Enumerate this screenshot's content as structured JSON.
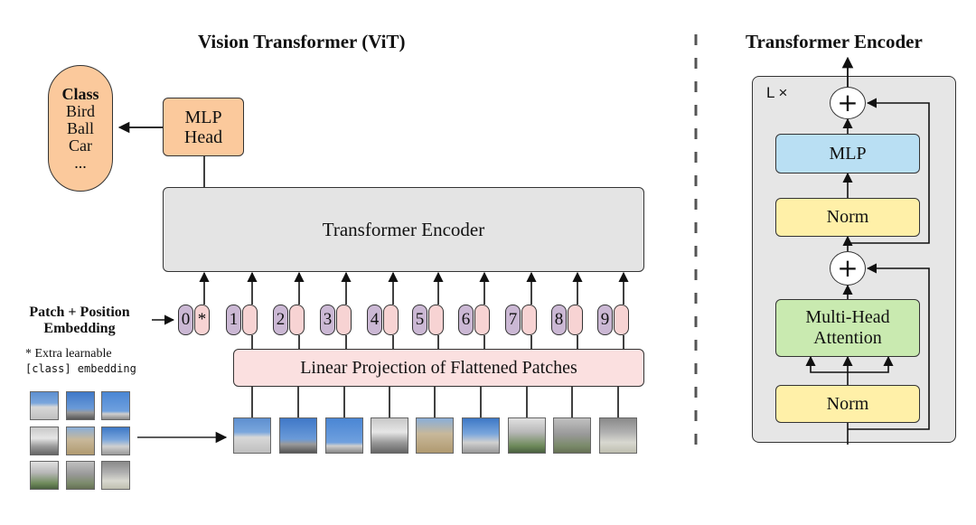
{
  "vit": {
    "title": "Vision Transformer (ViT)",
    "class_box": {
      "heading": "Class",
      "items": [
        "Bird",
        "Ball",
        "Car",
        "..."
      ]
    },
    "mlp_head": [
      "MLP",
      "Head"
    ],
    "transformer_encoder": "Transformer Encoder",
    "patch_label": [
      "Patch + Position",
      "Embedding"
    ],
    "extra_note": [
      "* Extra learnable",
      "[class] embedding"
    ],
    "tokens": [
      {
        "num": "0",
        "emb": "*"
      },
      {
        "num": "1",
        "emb": ""
      },
      {
        "num": "2",
        "emb": ""
      },
      {
        "num": "3",
        "emb": ""
      },
      {
        "num": "4",
        "emb": ""
      },
      {
        "num": "5",
        "emb": ""
      },
      {
        "num": "6",
        "emb": ""
      },
      {
        "num": "7",
        "emb": ""
      },
      {
        "num": "8",
        "emb": ""
      },
      {
        "num": "9",
        "emb": ""
      }
    ],
    "linear_projection": "Linear Projection of Flattened Patches"
  },
  "encoder": {
    "title": "Transformer Encoder",
    "repeat_label": "L ×",
    "plus_symbol": "+",
    "mlp": "MLP",
    "norm_top": "Norm",
    "attention": [
      "Multi-Head",
      "Attention"
    ],
    "norm_bottom": "Norm"
  },
  "colors": {
    "class_box": "#fbc99c",
    "mlp_head": "#fbc99c",
    "encoder_gray": "#e4e4e4",
    "position_embedding": "#cbb8d4",
    "patch_embedding": "#f7d3d3",
    "linear_projection": "#fbe0e0",
    "mlp_block": "#b9dff3",
    "norm_block": "#fff0a8",
    "attention_block": "#c9eab0",
    "encoder_panel": "#e6e6e6"
  }
}
